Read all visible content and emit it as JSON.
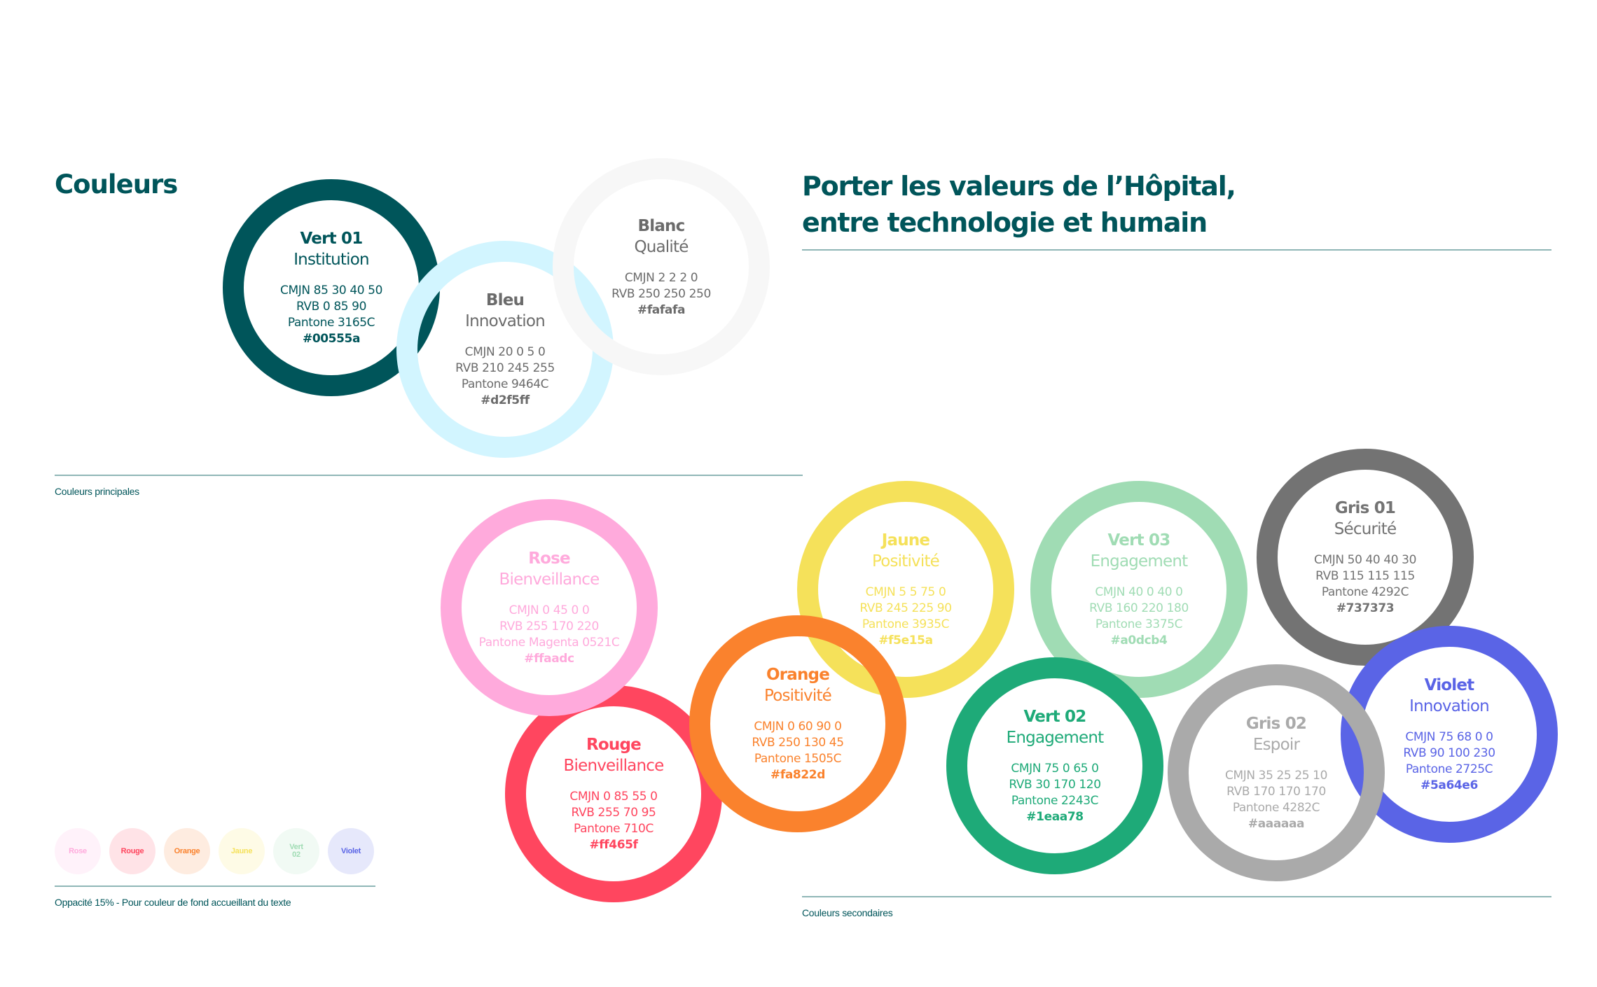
{
  "header": {
    "title": "Couleurs",
    "headline_line1": "Porter les valeurs de l’Hôpital,",
    "headline_line2": "entre technologie et humain"
  },
  "captions": {
    "primary": "Couleurs principales",
    "secondary": "Couleurs secondaires",
    "opacity": "Oppacité 15% - Pour couleur de fond accueillant du texte"
  },
  "primary_colors": [
    {
      "name": "Vert 01",
      "role": "Institution",
      "cmjn": "CMJN 85 30 40 50",
      "rvb": "RVB 0 85 90",
      "pantone": "Pantone 3165C",
      "hex": "#00555a",
      "color": "#00555a",
      "text_color": "#00555a"
    },
    {
      "name": "Bleu",
      "role": "Innovation",
      "cmjn": "CMJN 20 0 5 0",
      "rvb": "RVB 210 245 255",
      "pantone": "Pantone 9464C",
      "hex": "#d2f5ff",
      "color": "#d2f5ff",
      "text_color": "#6b6b6b"
    },
    {
      "name": "Blanc",
      "role": "Qualité",
      "cmjn": "CMJN 2 2 2 0",
      "rvb": "RVB 250 250 250",
      "pantone": "",
      "hex": "#fafafa",
      "color": "#f7f7f7",
      "text_color": "#6b6b6b"
    }
  ],
  "secondary_colors": [
    {
      "name": "Rose",
      "role": "Bienveillance",
      "cmjn": "CMJN 0 45 0 0",
      "rvb": "RVB 255 170 220",
      "pantone": "Pantone Magenta 0521C",
      "hex": "#ffaadc",
      "color": "#ffaadc",
      "text_color": "#ffaadc"
    },
    {
      "name": "Rouge",
      "role": "Bienveillance",
      "cmjn": "CMJN 0 85 55 0",
      "rvb": "RVB 255 70 95",
      "pantone": "Pantone  710C",
      "hex": "#ff465f",
      "color": "#ff465f",
      "text_color": "#ff465f"
    },
    {
      "name": "Orange",
      "role": "Positivité",
      "cmjn": "CMJN 0 60 90 0",
      "rvb": "RVB 250 130 45",
      "pantone": "Pantone 1505C",
      "hex": "#fa822d",
      "color": "#fa822d",
      "text_color": "#fa822d"
    },
    {
      "name": "Jaune",
      "role": "Positivité",
      "cmjn": "CMJN 5 5 75 0",
      "rvb": "RVB 245 225 90",
      "pantone": "Pantone 3935C",
      "hex": "#f5e15a",
      "color": "#f5e15a",
      "text_color": "#f5e15a"
    },
    {
      "name": "Vert 02",
      "role": "Engagement",
      "cmjn": "CMJN 75 0 65 0",
      "rvb": "RVB 30 170 120",
      "pantone": "Pantone 2243C",
      "hex": "#1eaa78",
      "color": "#1eaa78",
      "text_color": "#1eaa78"
    },
    {
      "name": "Vert 03",
      "role": "Engagement",
      "cmjn": "CMJN 40 0 40 0",
      "rvb": "RVB 160 220 180",
      "pantone": "Pantone 3375C",
      "hex": "#a0dcb4",
      "color": "#a0dcb4",
      "text_color": "#a0dcb4"
    },
    {
      "name": "Gris 01",
      "role": "Sécurité",
      "cmjn": "CMJN 50 40 40 30",
      "rvb": "RVB 115 115 115",
      "pantone": "Pantone 4292C",
      "hex": "#737373",
      "color": "#737373",
      "text_color": "#737373"
    },
    {
      "name": "Gris 02",
      "role": "Espoir",
      "cmjn": "CMJN 35 25 25 10",
      "rvb": "RVB 170 170 170",
      "pantone": "Pantone 4282C",
      "hex": "#aaaaaa",
      "color": "#aaaaaa",
      "text_color": "#aaaaaa"
    },
    {
      "name": "Violet",
      "role": "Innovation",
      "cmjn": "CMJN 75 68 0 0",
      "rvb": "RVB 90 100 230",
      "pantone": "Pantone 2725C",
      "hex": "#5a64e6",
      "color": "#5a64e6",
      "text_color": "#5a64e6"
    }
  ],
  "opacity_swatches": [
    {
      "label": "Rose",
      "color": "#ffaadc"
    },
    {
      "label": "Rouge",
      "color": "#ff465f"
    },
    {
      "label": "Orange",
      "color": "#fa822d"
    },
    {
      "label": "Jaune",
      "color": "#f5e15a"
    },
    {
      "label": "Vert 02",
      "color": "#a0dcb4"
    },
    {
      "label": "Violet",
      "color": "#5a64e6"
    }
  ]
}
